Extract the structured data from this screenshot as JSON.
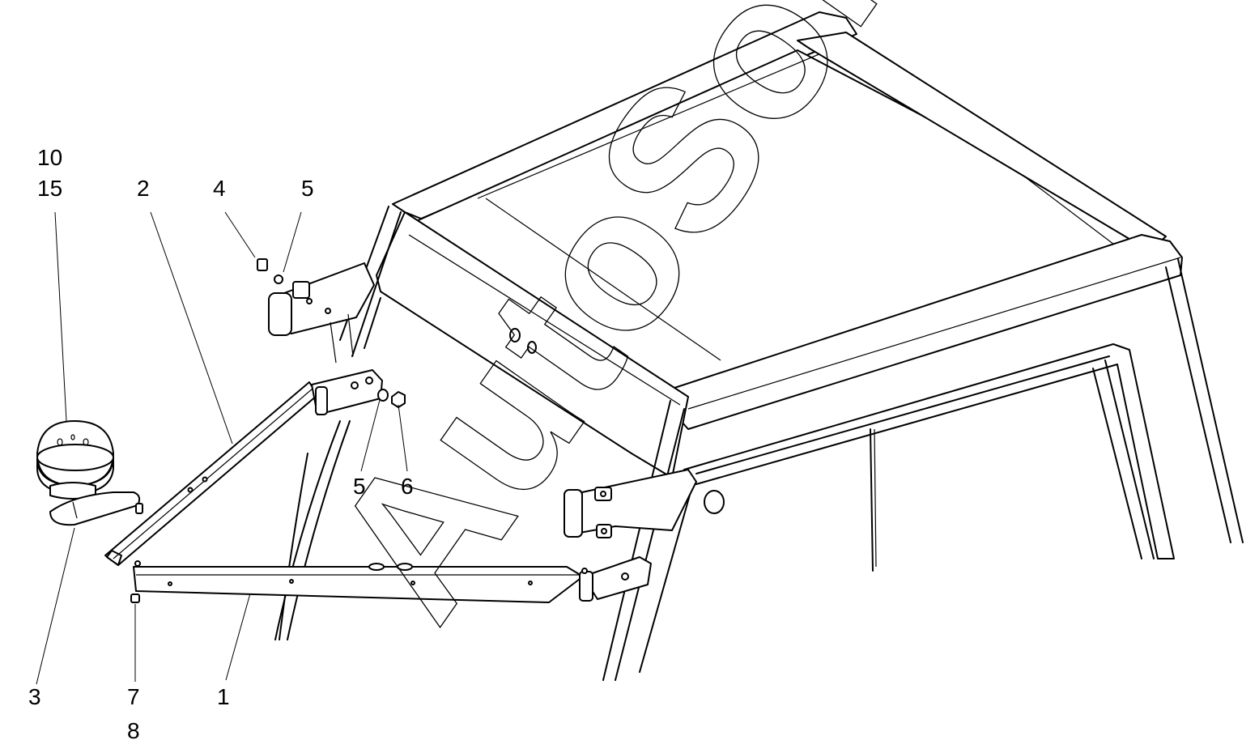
{
  "watermark": "AutoSoft",
  "callouts": [
    {
      "id": "10",
      "label": "10"
    },
    {
      "id": "15",
      "label": "15"
    },
    {
      "id": "2",
      "label": "2"
    },
    {
      "id": "4",
      "label": "4"
    },
    {
      "id": "5a",
      "label": "5"
    },
    {
      "id": "5b",
      "label": "5"
    },
    {
      "id": "6",
      "label": "6"
    },
    {
      "id": "3",
      "label": "3"
    },
    {
      "id": "7",
      "label": "7"
    },
    {
      "id": "8",
      "label": "8"
    },
    {
      "id": "1",
      "label": "1"
    }
  ]
}
